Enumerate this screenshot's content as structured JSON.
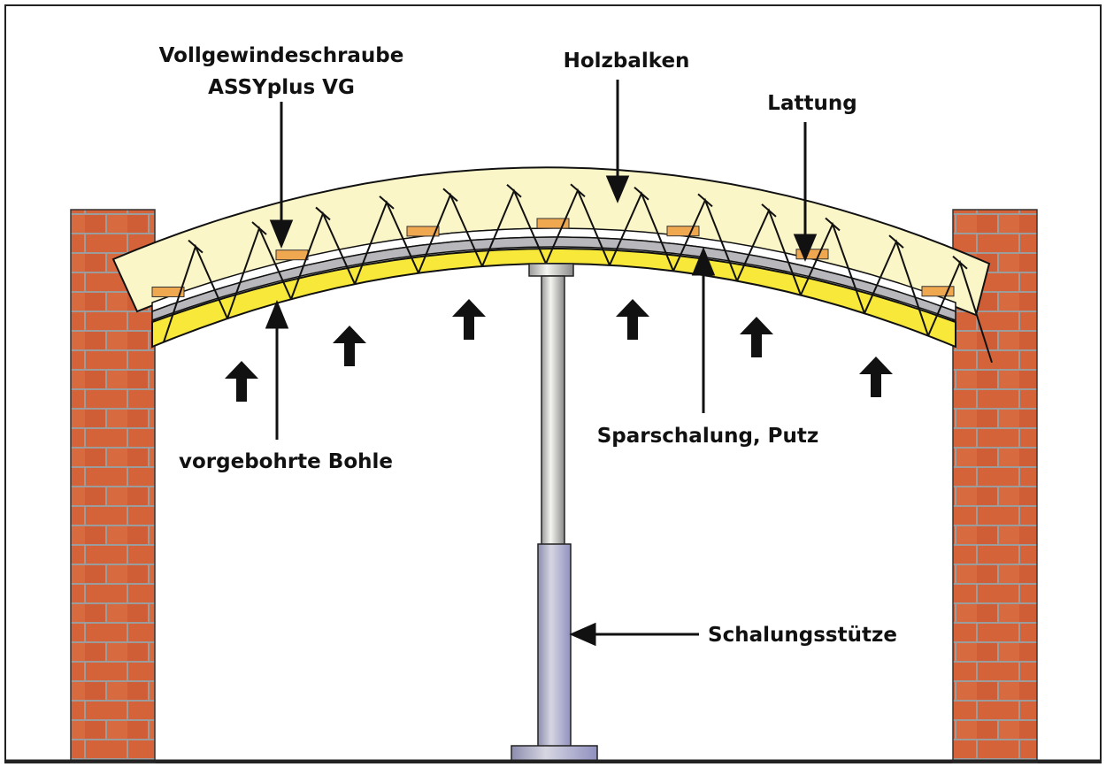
{
  "labels": {
    "screw_line1": "Vollgewindeschraube",
    "screw_line2": "ASSYplus VG",
    "beam": "Holzbalken",
    "batten": "Lattung",
    "plank": "vorgebohrte Bohle",
    "sheathing": "Sparschalung, Putz",
    "prop": "Schalungsstütze"
  },
  "colors": {
    "beam": "#fbf6c8",
    "plank": "#f7e83a",
    "sheathing": "#b8b8bc",
    "batten": "#f0a850",
    "brick": "#d4633a",
    "mortar": "#9c9c9c",
    "prop_upper": "#d8d8d8",
    "prop_lower": "#a4a4c4"
  }
}
